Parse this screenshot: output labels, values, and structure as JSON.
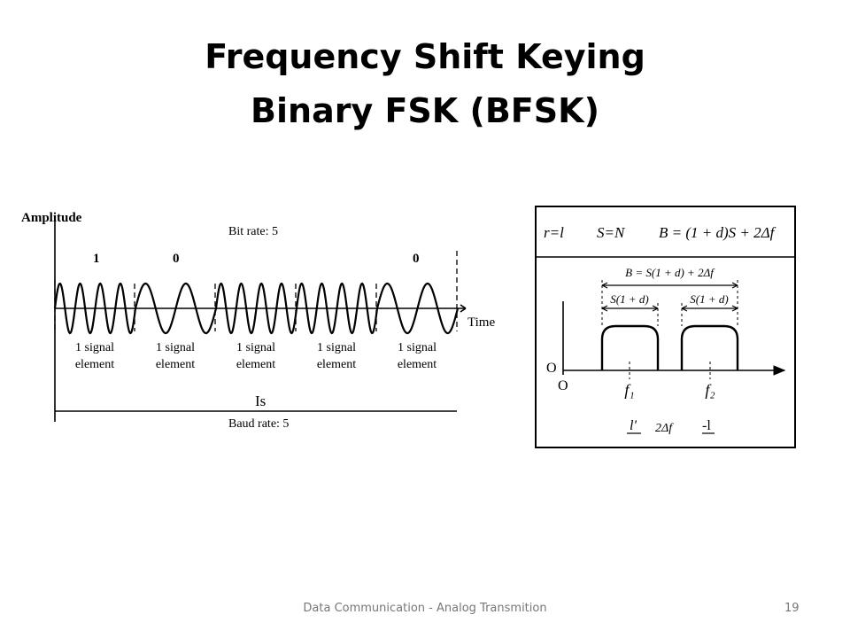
{
  "slide": {
    "title_line1": "Frequency Shift Keying",
    "title_line2": "Binary FSK (BFSK)",
    "footer": "Data Communication - Analog Transmition",
    "page_number": "19"
  },
  "waveform": {
    "amplitude_label": "Amplitude",
    "time_label": "Time",
    "bit_rate": "Bit rate: 5",
    "baud_rate": "Baud rate: 5",
    "duration": "Is",
    "bits": [
      "1",
      "0",
      "",
      "",
      "0"
    ],
    "element_line1": "1 signal",
    "element_line2": "element"
  },
  "bandwidth": {
    "equation_r": "r=l",
    "equation_s": "S=N",
    "equation_b": "B = (1 + d)S + 2Δf",
    "span_label": "B = S(1 + d) + 2Δf",
    "band1_label": "S(1 + d)",
    "band2_label": "S(1 + d)",
    "origin_y": "O",
    "origin_x": "O",
    "f1_label": "f₁",
    "f2_label": "f₂",
    "delta_label": "2Δf",
    "delta_left_mark": "l'",
    "delta_right_mark": "-l"
  },
  "colors": {
    "ink": "#000000",
    "footer": "#777777"
  }
}
